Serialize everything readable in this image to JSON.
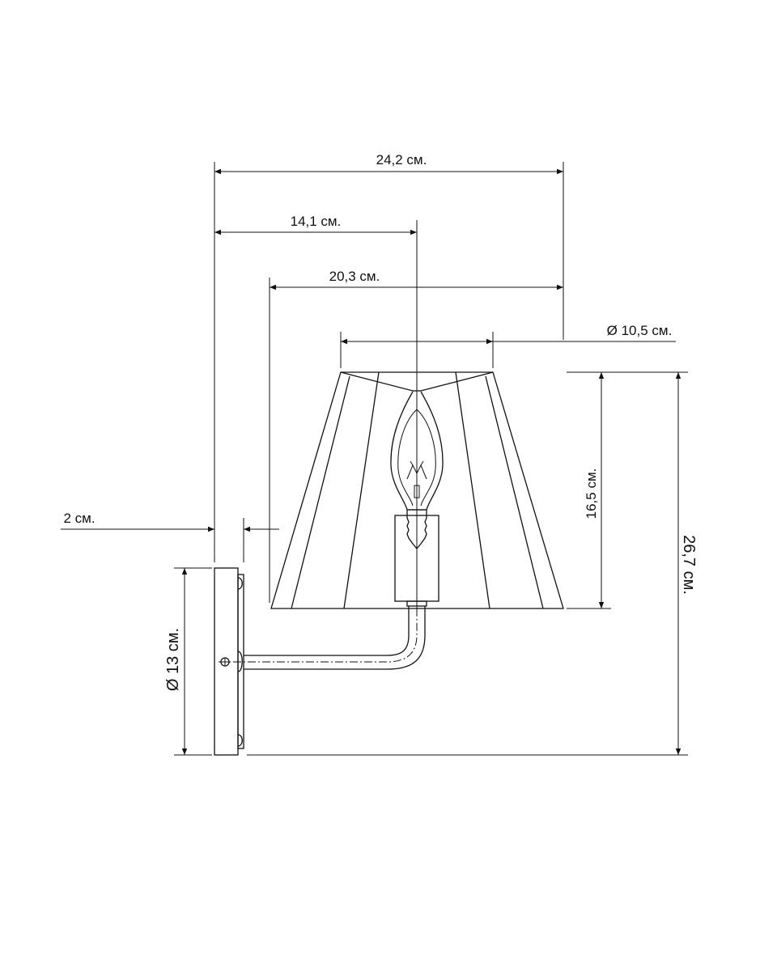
{
  "dimensions": {
    "total_width": "24,2 см.",
    "arm_reach": "14,1 см.",
    "shade_bottom_diameter": "20,3 см.",
    "shade_top_diameter": "Ø 10,5 см.",
    "shade_height": "16,5 см.",
    "total_height": "26,7 см.",
    "wall_gap": "2 см.",
    "backplate_diameter": "Ø 13 см."
  }
}
